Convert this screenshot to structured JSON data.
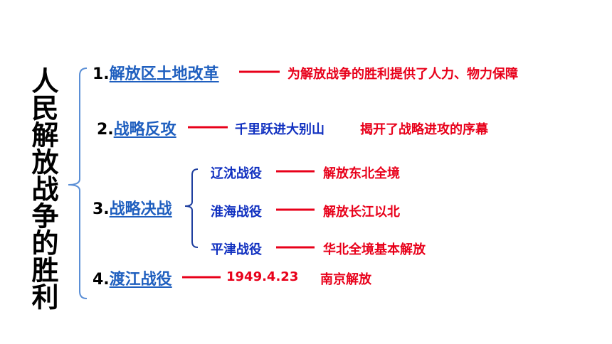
{
  "title": "人民解放战争的胜利",
  "items": [
    {
      "num": "1.",
      "label": "解放区土地改革",
      "result": "为解放战争的胜利提供了人力、物力保障"
    },
    {
      "num": "2.",
      "label": "战略反攻",
      "detail": "千里跃进大别山",
      "result": "揭开了战略进攻的序幕"
    },
    {
      "num": "3.",
      "label": "战略决战",
      "battles": [
        {
          "name": "辽沈战役",
          "result": "解放东北全境"
        },
        {
          "name": "淮海战役",
          "result": "解放长江以北"
        },
        {
          "name": "平津战役",
          "result": "华北全境基本解放"
        }
      ]
    },
    {
      "num": "4.",
      "label": "渡江战役",
      "date": "1949.4.23",
      "result": "南京解放"
    }
  ],
  "colors": {
    "label": "#1f5fbf",
    "sub": "#1030c0",
    "result": "#e8001a",
    "connector": "#e8001a",
    "bracket": "#5b8fd6"
  }
}
